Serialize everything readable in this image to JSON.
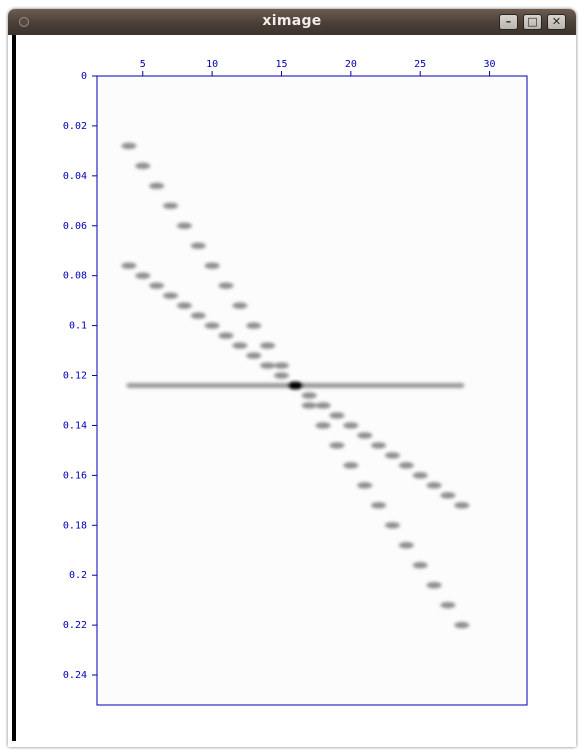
{
  "window": {
    "title": "ximage",
    "buttons": {
      "minimize": "–",
      "maximize": "□",
      "close": "✕"
    }
  },
  "chart_data": {
    "type": "heatmap",
    "title": "",
    "xlabel": "",
    "ylabel": "",
    "x_axis_position": "top",
    "x_ticks": [
      "5",
      "10",
      "15",
      "20",
      "25",
      "30"
    ],
    "x_tick_values": [
      5,
      10,
      15,
      20,
      25,
      30
    ],
    "y_ticks": [
      "0",
      "0.02",
      "0.04",
      "0.06",
      "0.08",
      "0.1",
      "0.12",
      "0.14",
      "0.16",
      "0.18",
      "0.2",
      "0.22",
      "0.24"
    ],
    "y_tick_values": [
      0,
      0.02,
      0.04,
      0.06,
      0.08,
      0.1,
      0.12,
      0.14,
      0.16,
      0.18,
      0.2,
      0.22,
      0.24
    ],
    "xlim": [
      1.7,
      32.7
    ],
    "ylim": [
      0,
      0.252
    ],
    "colormap": "gray",
    "axis_color": "#0000b4",
    "events": [
      {
        "name": "flat event",
        "x_start": 4,
        "x_end": 28,
        "t_start": 0.124,
        "t_end": 0.124
      },
      {
        "name": "shallow dipping event",
        "x_start": 4,
        "x_end": 28,
        "t_start": 0.076,
        "t_end": 0.172
      },
      {
        "name": "steep dipping event",
        "x_start": 4,
        "x_end": 28,
        "t_start": 0.028,
        "t_end": 0.22
      }
    ]
  }
}
